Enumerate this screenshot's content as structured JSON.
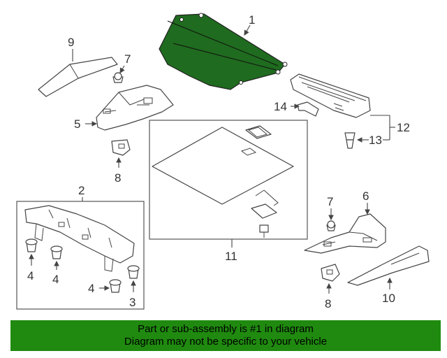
{
  "diagram": {
    "callouts": {
      "c1": "1",
      "c2": "2",
      "c3": "3",
      "c4a": "4",
      "c4b": "4",
      "c4c": "4",
      "c5": "5",
      "c6": "6",
      "c7a": "7",
      "c7b": "7",
      "c8a": "8",
      "c8b": "8",
      "c9": "9",
      "c10": "10",
      "c11": "11",
      "c12": "12",
      "c13": "13",
      "c14": "14"
    },
    "highlight_color": "#1f6b1f",
    "highlighted_part": "1"
  },
  "banner": {
    "line1": "Part or sub-assembly is #1 in diagram",
    "line2": "Diagram may not be specific to your vehicle",
    "background": "#1f8a0f"
  }
}
